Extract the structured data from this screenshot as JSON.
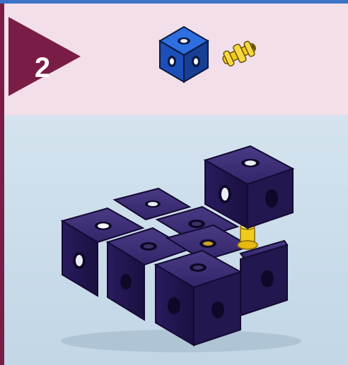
{
  "step": {
    "number": "2"
  },
  "parts_needed": [
    {
      "name": "cube-block",
      "color": "#1d4fb8",
      "icon": "blue-cube-icon"
    },
    {
      "name": "connector-pin",
      "color": "#f2cc1c",
      "icon": "yellow-connector-icon"
    }
  ],
  "colors": {
    "brand_border": "#3a73c8",
    "step_arrow": "#7a1d46",
    "header_background": "#f3dfe9",
    "scene_background": "#cadcea",
    "cube_main": "#2a1b5e",
    "connector": "#f2cc1c"
  }
}
